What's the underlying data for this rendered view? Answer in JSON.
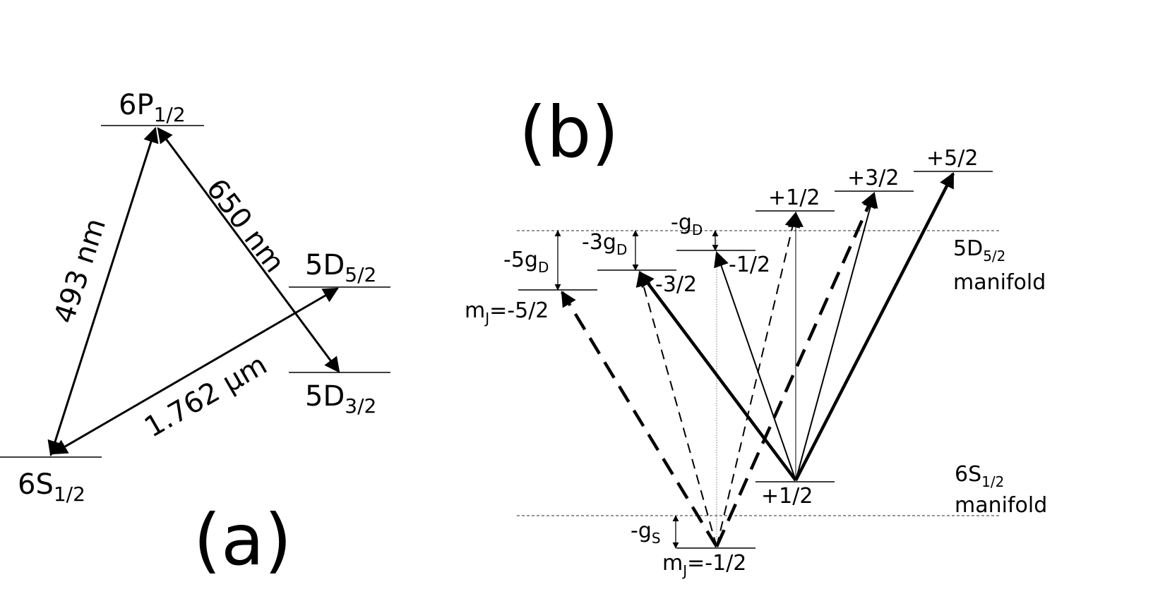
{
  "panel_a": {
    "panel_label": "(a)",
    "levels": {
      "p12": {
        "name": "6P",
        "sub": "1/2"
      },
      "s12": {
        "name": "6S",
        "sub": "1/2"
      },
      "d52": {
        "name": "5D",
        "sub": "5/2"
      },
      "d32": {
        "name": "5D",
        "sub": "3/2"
      }
    },
    "transitions": {
      "t493": "493 nm",
      "t650": "650 nm",
      "t1762": "1.762 µm"
    }
  },
  "panel_b": {
    "panel_label": "(b)",
    "d_manifold": {
      "name": "5D",
      "sub": "5/2",
      "word": "manifold"
    },
    "s_manifold": {
      "name": "6S",
      "sub": "1/2",
      "word": "manifold"
    },
    "d_sublevels": {
      "m_m52": {
        "prefix": "m",
        "sub": "J",
        "rest": "=-5/2"
      },
      "m_m32": "-3/2",
      "m_m12": "-1/2",
      "m_p12": "+1/2",
      "m_p32": "+3/2",
      "m_p52": "+5/2"
    },
    "s_sublevels": {
      "m_m12": {
        "prefix": "m",
        "sub": "J",
        "rest": "=-1/2"
      },
      "m_p12": "+1/2"
    },
    "shifts": {
      "g5": {
        "pre": "-5g",
        "sub": "D"
      },
      "g3": {
        "pre": "-3g",
        "sub": "D"
      },
      "g1": {
        "pre": "-g",
        "sub": "D"
      },
      "gs": {
        "pre": "-g",
        "sub": "S"
      }
    }
  }
}
